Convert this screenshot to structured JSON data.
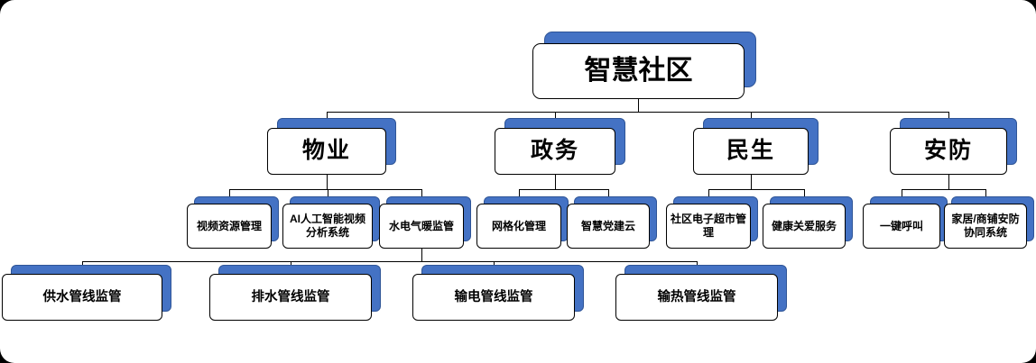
{
  "diagram_type": "org-hierarchy",
  "colors": {
    "shadow_blue": "#4472C4",
    "shadow_border": "#2F5597",
    "box_fill": "#FFFFFF",
    "box_border": "#000000",
    "connector": "#000000",
    "canvas": "#FFFFFF",
    "background": "#000000"
  },
  "tree": {
    "label": "智慧社区",
    "children": [
      {
        "label": "物业",
        "children": [
          {
            "label": "视频资源管理"
          },
          {
            "label": "AI人工智能视频分析系统"
          },
          {
            "label": "水电气暖监管",
            "children": [
              {
                "label": "供水管线监管"
              },
              {
                "label": "排水管线监管"
              },
              {
                "label": "输电管线监管"
              },
              {
                "label": "输热管线监管"
              }
            ]
          }
        ]
      },
      {
        "label": "政务",
        "children": [
          {
            "label": "网格化管理"
          },
          {
            "label": "智慧党建云"
          }
        ]
      },
      {
        "label": "民生",
        "children": [
          {
            "label": "社区电子超市管理"
          },
          {
            "label": "健康关爱服务"
          }
        ]
      },
      {
        "label": "安防",
        "children": [
          {
            "label": "一键呼叫"
          },
          {
            "label": "家居/商铺安防协同系统"
          }
        ]
      }
    ]
  }
}
